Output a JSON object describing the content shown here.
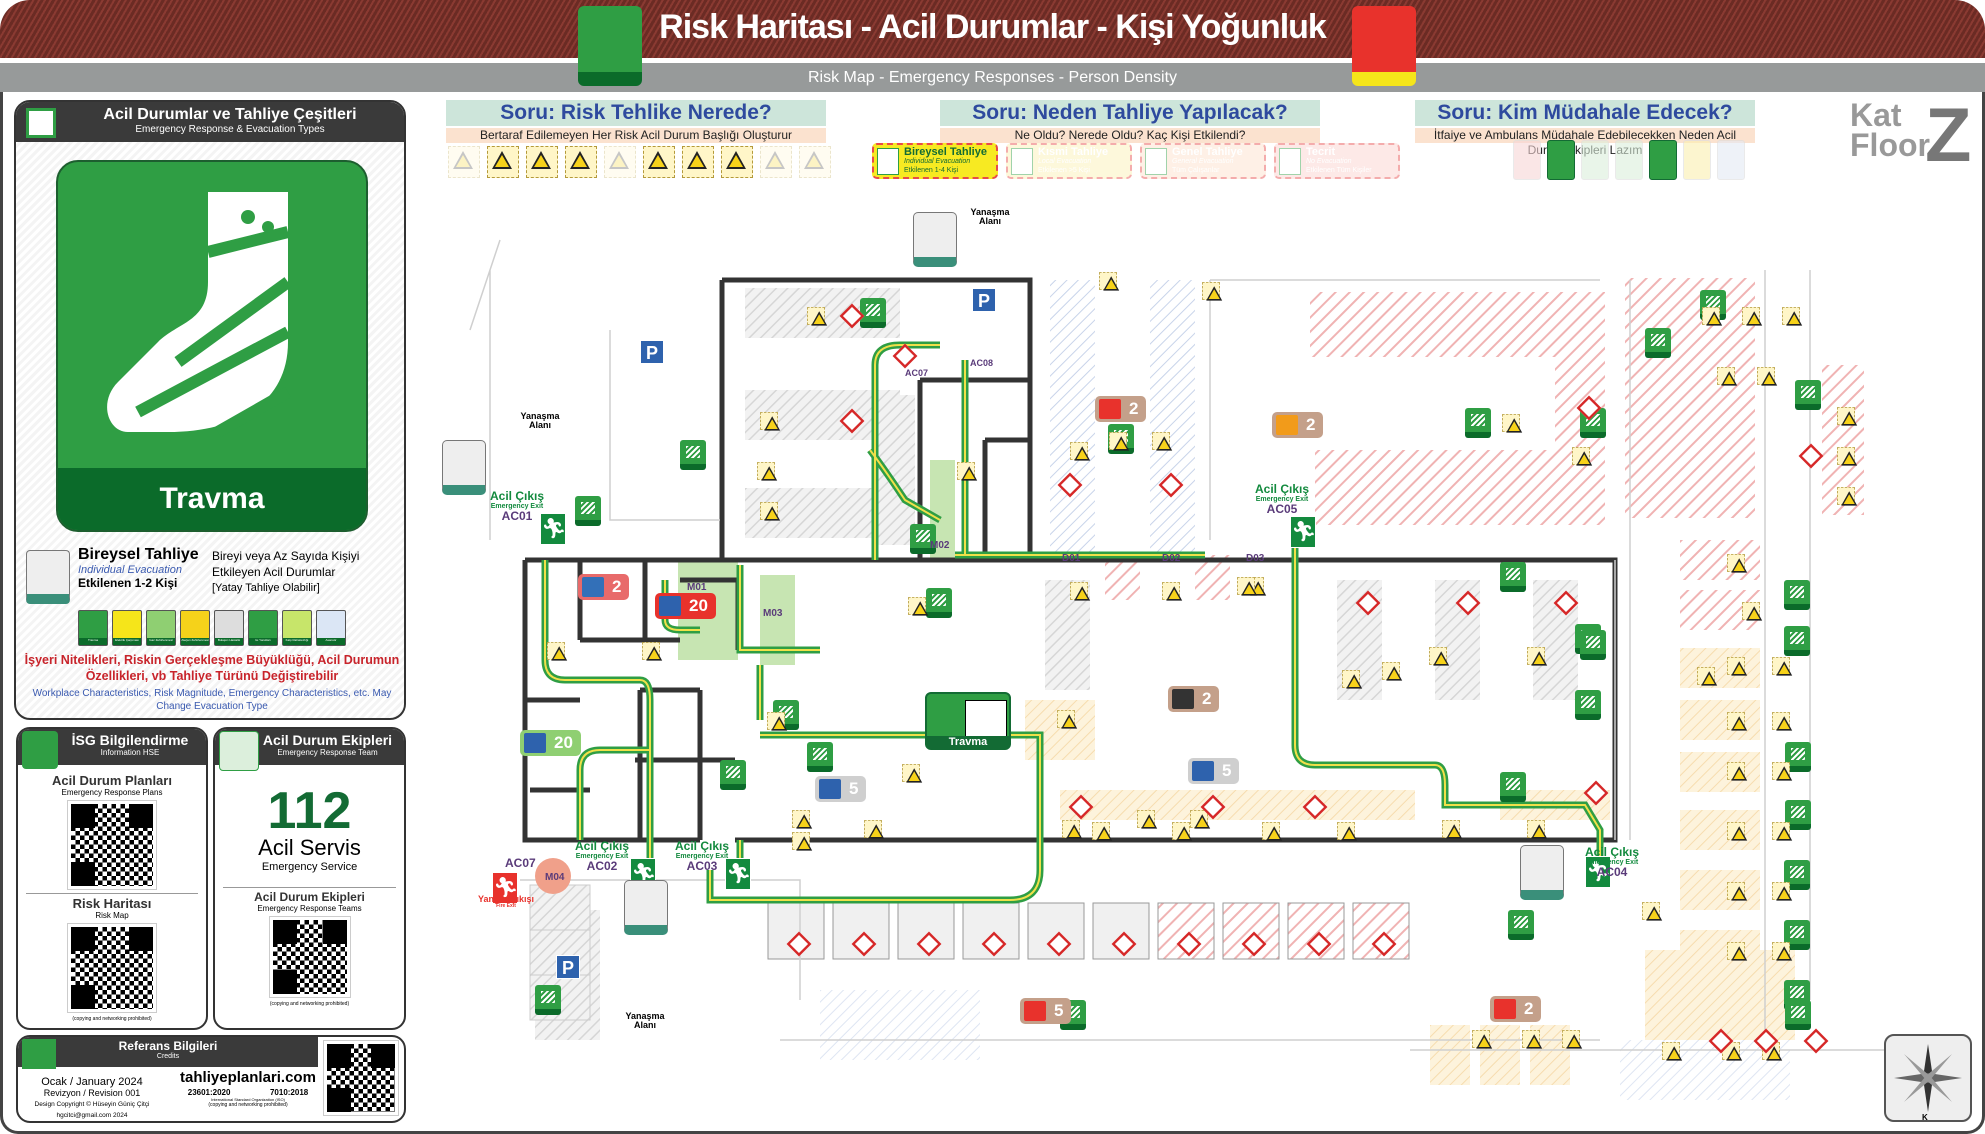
{
  "header": {
    "title": "Risk Haritası - Acil Durumlar - Kişi Yoğunluk",
    "subtitle": "Risk Map - Emergency Responses - Person Density",
    "left_icon": "Travma",
    "right_icon": "Patlama",
    "colors": {
      "band": "#7a332b",
      "accent_green": "#2f9e44",
      "danger": "#e8322c"
    }
  },
  "left_panel": {
    "title": "Acil Durumlar ve Tahliye Çeşitleri",
    "subtitle": "Emergency Response & Evacuation Types",
    "main_icon_label": "Travma",
    "evac": {
      "title": "Bireysel Tahliye",
      "title_en": "Individual Evacuation",
      "affected": "Etkilenen 1-2 Kişi",
      "desc1": "Bireyi veya Az Sayıda Kişiyi",
      "desc2": "Etkileyen Acil Durumlar",
      "desc3": "[Yatay Tahliye Olabilir]",
      "icon_label": "Bireysel Tahliye"
    },
    "type_icons": [
      "Travma",
      "Elektrik Çarpması",
      "Gaz Zehirlenmesi",
      "Alerjen Zehirlenmesi",
      "Bulaşıcı Hastalık",
      "Isı Yanıkları",
      "Kalp Rahatsızlığı",
      "Asansör"
    ],
    "warning_tr": "İşyeri Nitelikleri, Riskin Gerçekleşme Büyüklüğü, Acil Durumun Özellikleri, vb Tahliye Türünü Değiştirebilir",
    "warning_en": "Workplace Characteristics, Risk Magnitude, Emergency Characteristics, etc. May Change Evacuation Type"
  },
  "isg": {
    "title": "İSG Bilgilendirme",
    "subtitle": "Information HSE",
    "plans": "Acil Durum Planları",
    "plans_en": "Emergency Response Plans",
    "risk": "Risk Haritası",
    "risk_en": "Risk Map",
    "note": "(copying and networking prohibited)"
  },
  "ekip": {
    "title": "Acil Durum Ekipleri",
    "subtitle": "Emergency Response Team",
    "number": "112",
    "service": "Acil Servis",
    "service_en": "Emergency Service",
    "teams": "Acil Durum Ekipleri",
    "teams_en": "Emergency Response Teams",
    "note": "(copying and networking prohibited)"
  },
  "credits": {
    "title": "Referans Bilgileri",
    "subtitle": "Credits",
    "date": "Ocak / January 2024",
    "revision": "Revizyon / Revision 001",
    "copyright": "Design Copyright © Hüseyin Güniç Çitçi",
    "email": "hgcitci@gmail.com 2024",
    "site": "tahliyeplanlari.com",
    "iso1": "23601:2020",
    "iso2": "7010:2018",
    "iso_org": "International Standard Organization (ISO)",
    "note": "(copying and networking prohibited)"
  },
  "questions": [
    {
      "title": "Soru: Risk Tehlike Nerede?",
      "sub": "Bertaraf Edilemeyen Her Risk Acil Durum Başlığı Oluşturur"
    },
    {
      "title": "Soru: Neden Tahliye Yapılacak?",
      "sub": "Ne Oldu? Nerede Oldu? Kaç Kişi Etkilendi?"
    },
    {
      "title": "Soru: Kim Müdahale Edecek?",
      "sub": "İtfaiye ve Ambulans Müdahale Edebilecekken Neden Acil Durum Ekipleri Lazım"
    }
  ],
  "evac_types": [
    {
      "title": "Bireysel Tahliye",
      "en": "Individual Evacuation",
      "count": "Etkilenen 1-4 Kişi",
      "active": true
    },
    {
      "title": "Kısmi Tahliye",
      "en": "Local Evacuation",
      "count": "Etkilenen >5 Kişi",
      "active": false
    },
    {
      "title": "Genel Tahliye",
      "en": "General Evacuation",
      "count": "Tüm Çalışanlar",
      "active": false
    },
    {
      "title": "Tecrit",
      "en": "No Evacuation",
      "count": "Etkilenen Tüm Kişiler",
      "active": false
    }
  ],
  "floor": {
    "kat": "Kat",
    "floor": "Floor",
    "letter": "Z"
  },
  "map": {
    "exit_title": "Acil Çıkış",
    "exit_en": "Emergency Exit",
    "fire_exit": "Yangın Çıkışı",
    "fire_exit_en": "Fire Exit",
    "exits": [
      "AC01",
      "AC02",
      "AC03",
      "AC04",
      "AC05"
    ],
    "fire_exits": [
      "AC07"
    ],
    "other_exits": [
      "AC07",
      "AC08"
    ],
    "rooms": [
      "M01",
      "M02",
      "M03",
      "M04",
      "D01",
      "D02",
      "D03"
    ],
    "parking": "P",
    "docking": "Yanaşma Alanı",
    "center_label": "Travma",
    "density": [
      {
        "value": "2",
        "color": "#e86a6a"
      },
      {
        "value": "20",
        "color": "#e8322c"
      },
      {
        "value": "20",
        "color": "#8fcf72"
      },
      {
        "value": "2",
        "color": "#c4a08a"
      },
      {
        "value": "2",
        "color": "#c4a08a"
      },
      {
        "value": "2",
        "color": "#c4a08a"
      },
      {
        "value": "5",
        "color": "#cfcfcf"
      },
      {
        "value": "5",
        "color": "#cfcfcf"
      },
      {
        "value": "5",
        "color": "#c4a08a"
      },
      {
        "value": "2",
        "color": "#c4a08a"
      }
    ]
  },
  "compass": {
    "label": "K"
  }
}
